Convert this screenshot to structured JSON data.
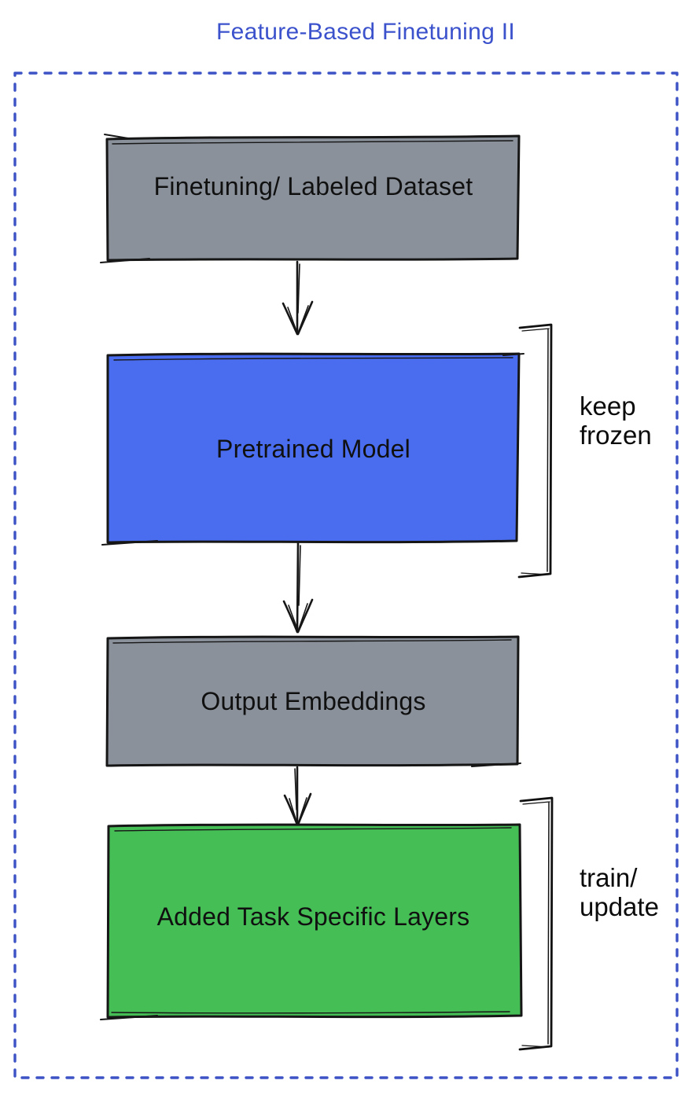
{
  "title": {
    "text": "Feature-Based Finetuning II",
    "color": "#3B52CC"
  },
  "frame": {
    "border_color": "#3D53C5",
    "border_style": "dashed"
  },
  "palette": {
    "box_stroke": "#161616",
    "label_text": "#101010",
    "gray": "#8A919A",
    "blue": "#4A6DF0",
    "green": "#45BE56"
  },
  "boxes": [
    {
      "id": "finetuning-dataset",
      "label": "Finetuning/ Labeled Dataset",
      "fill": "#8A919A"
    },
    {
      "id": "pretrained-model",
      "label": "Pretrained Model",
      "fill": "#4A6DF0"
    },
    {
      "id": "output-embeddings",
      "label": "Output Embeddings",
      "fill": "#8A919A"
    },
    {
      "id": "added-task-layers",
      "label": "Added Task Specific Layers",
      "fill": "#45BE56"
    }
  ],
  "arrows": [
    {
      "from": "finetuning-dataset",
      "to": "pretrained-model"
    },
    {
      "from": "pretrained-model",
      "to": "output-embeddings"
    },
    {
      "from": "output-embeddings",
      "to": "added-task-layers"
    }
  ],
  "side_annotations": [
    {
      "label": "keep frozen",
      "target": "pretrained-model"
    },
    {
      "label": "train/ update",
      "target": "added-task-layers"
    }
  ]
}
